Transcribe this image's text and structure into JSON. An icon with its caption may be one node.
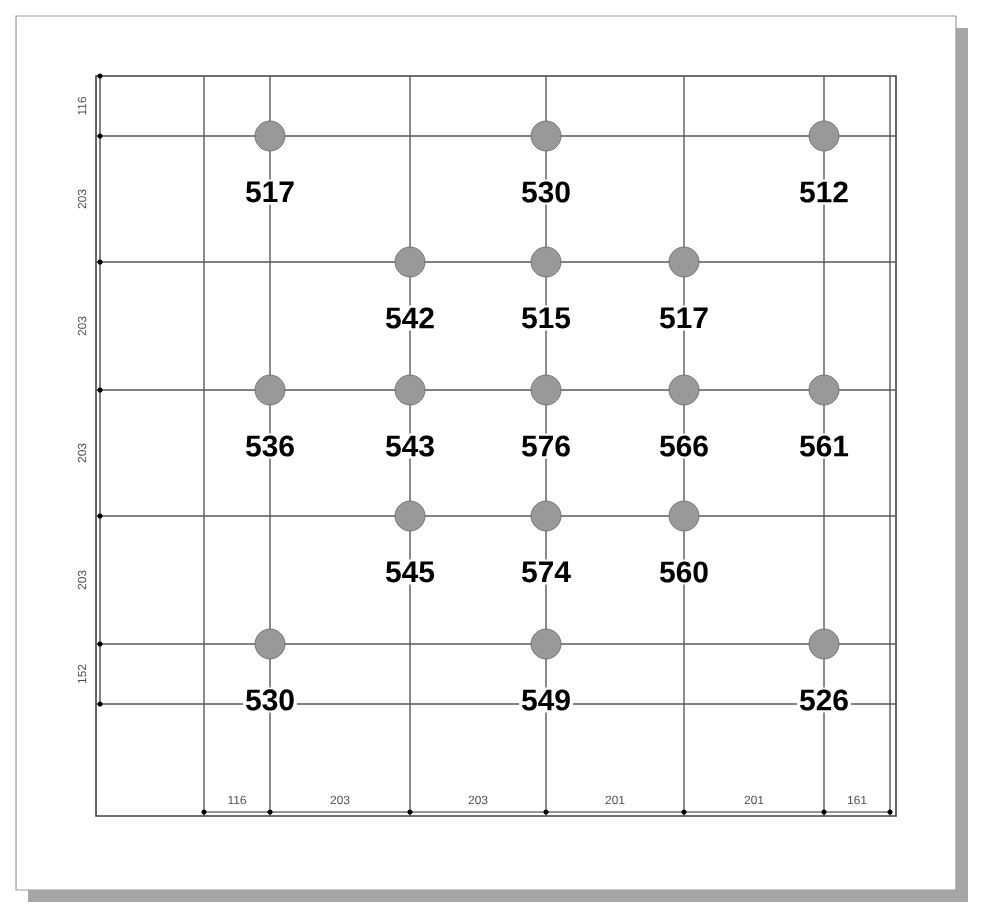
{
  "diagram": {
    "nodes": [
      {
        "text": [],
        "shape": "circle",
        "beside": [
          "517"
        ]
      },
      {
        "text": [],
        "shape": "circle",
        "beside": [
          "530"
        ]
      },
      {
        "text": [],
        "shape": "circle",
        "beside": [
          "512"
        ]
      },
      {
        "text": [],
        "shape": "circle",
        "beside": [
          "542"
        ]
      },
      {
        "text": [],
        "shape": "circle",
        "beside": [
          "515"
        ]
      },
      {
        "text": [],
        "shape": "circle",
        "beside": [
          "517"
        ]
      },
      {
        "text": [],
        "shape": "circle",
        "beside": [
          "536"
        ]
      },
      {
        "text": [],
        "shape": "circle",
        "beside": [
          "543"
        ]
      },
      {
        "text": [],
        "shape": "circle",
        "beside": [
          "576"
        ]
      },
      {
        "text": [],
        "shape": "circle",
        "beside": [
          "566"
        ]
      },
      {
        "text": [],
        "shape": "circle",
        "beside": [
          "561"
        ]
      },
      {
        "text": [],
        "shape": "circle",
        "beside": [
          "545"
        ]
      },
      {
        "text": [],
        "shape": "circle",
        "beside": [
          "574"
        ]
      },
      {
        "text": [],
        "shape": "circle",
        "beside": [
          "560"
        ]
      },
      {
        "text": [],
        "shape": "circle",
        "beside": [
          "530"
        ]
      },
      {
        "text": [],
        "shape": "circle",
        "beside": [
          "549"
        ]
      },
      {
        "text": [],
        "shape": "circle",
        "beside": [
          "526"
        ]
      }
    ],
    "labels": [
      "116",
      "203",
      "203",
      "203",
      "203",
      "152",
      "116",
      "203",
      "203",
      "201",
      "201",
      "161"
    ]
  }
}
